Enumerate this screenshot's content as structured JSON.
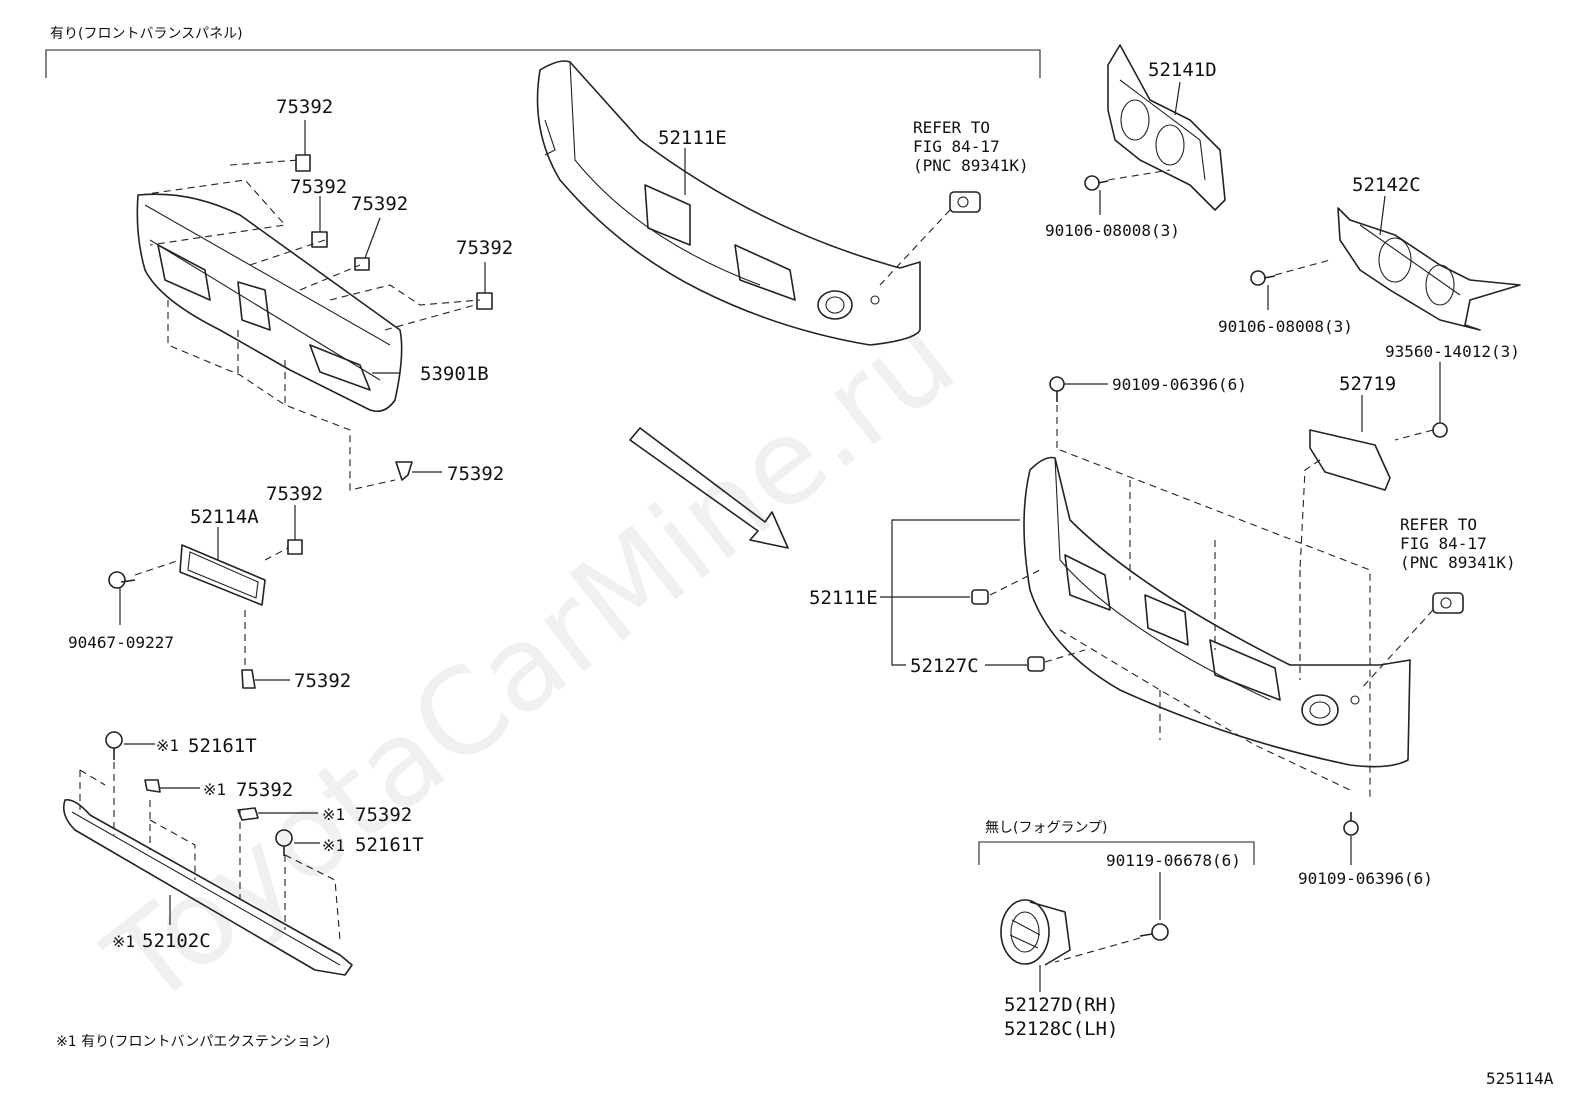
{
  "header": {
    "with_front_balance_panel": "有り(フロントバランスパネル)"
  },
  "footnote": "※1 有り(フロントバンパエクステンション)",
  "without_fog_lamp": "無し(フォグランプ)",
  "diagram_code": "525114A",
  "watermark": "ToyotaCarMine.ru",
  "refer_top": {
    "line1": "REFER TO",
    "line2": "FIG 84-17",
    "line3": "(PNC 89341K)"
  },
  "refer_bottom": {
    "line1": "REFER TO",
    "line2": "FIG 84-17",
    "line3": "(PNC 89341K)"
  },
  "labels": {
    "p75392_a": "75392",
    "p75392_b": "75392",
    "p75392_c": "75392",
    "p75392_d": "75392",
    "p75392_e": "75392",
    "p75392_f": "75392",
    "p75392_g": "75392",
    "p53901B": "53901B",
    "p52114A": "52114A",
    "p90467": "90467-09227",
    "p52111E_top": "52111E",
    "p52141D": "52141D",
    "p90106_a": "90106-08008(3)",
    "p52142C": "52142C",
    "p90106_b": "90106-08008(3)",
    "p93560": "93560-14012(3)",
    "p52719": "52719",
    "p90109_top": "90109-06396(6)",
    "p52111E_mid": "52111E",
    "p52127C": "52127C",
    "p90109_bot": "90109-06396(6)",
    "p90119": "90119-06678(6)",
    "p52127D": "52127D(RH)",
    "p52128C": "52128C(LH)",
    "p52161T_a": "52161T",
    "p75392_h": "75392",
    "p75392_i": "75392",
    "p52161T_b": "52161T",
    "p52102C": "52102C",
    "mark": "※1"
  }
}
